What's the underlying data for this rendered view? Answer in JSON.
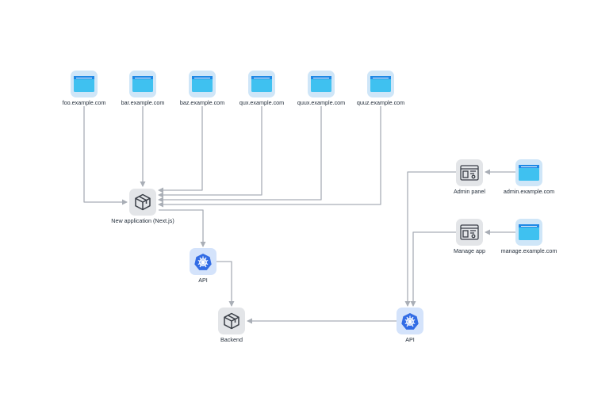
{
  "colors": {
    "edge": "#a9aeb6",
    "browser_tile": "#cfe6f8",
    "browser_bar": "#1e88e5",
    "browser_body": "#3fc1f0",
    "gray_tile": "#e3e5e8",
    "icon_dark": "#3a3f47",
    "k8s_tile": "#d4e3fb",
    "k8s_blue": "#326ce5"
  },
  "nodes": {
    "foo": {
      "label": "foo.example.com",
      "icon": "browser-window-icon"
    },
    "bar": {
      "label": "bar.example.com",
      "icon": "browser-window-icon"
    },
    "baz": {
      "label": "baz.example.com",
      "icon": "browser-window-icon"
    },
    "qux": {
      "label": "qux.example.com",
      "icon": "browser-window-icon"
    },
    "quux": {
      "label": "quux.example.com",
      "icon": "browser-window-icon"
    },
    "quuz": {
      "label": "quuz.example.com",
      "icon": "browser-window-icon"
    },
    "newapp": {
      "label": "New application (Next.js)",
      "icon": "cube-icon"
    },
    "api1": {
      "label": "API",
      "icon": "kubernetes-icon"
    },
    "backend": {
      "label": "Backend",
      "icon": "cube-icon"
    },
    "api2": {
      "label": "API",
      "icon": "kubernetes-icon"
    },
    "adminpanel": {
      "label": "Admin panel",
      "icon": "app-window-icon"
    },
    "adminsite": {
      "label": "admin.example.com",
      "icon": "browser-window-icon"
    },
    "manageapp": {
      "label": "Manage app",
      "icon": "app-window-icon"
    },
    "managesite": {
      "label": "manage.example.com",
      "icon": "browser-window-icon"
    }
  }
}
